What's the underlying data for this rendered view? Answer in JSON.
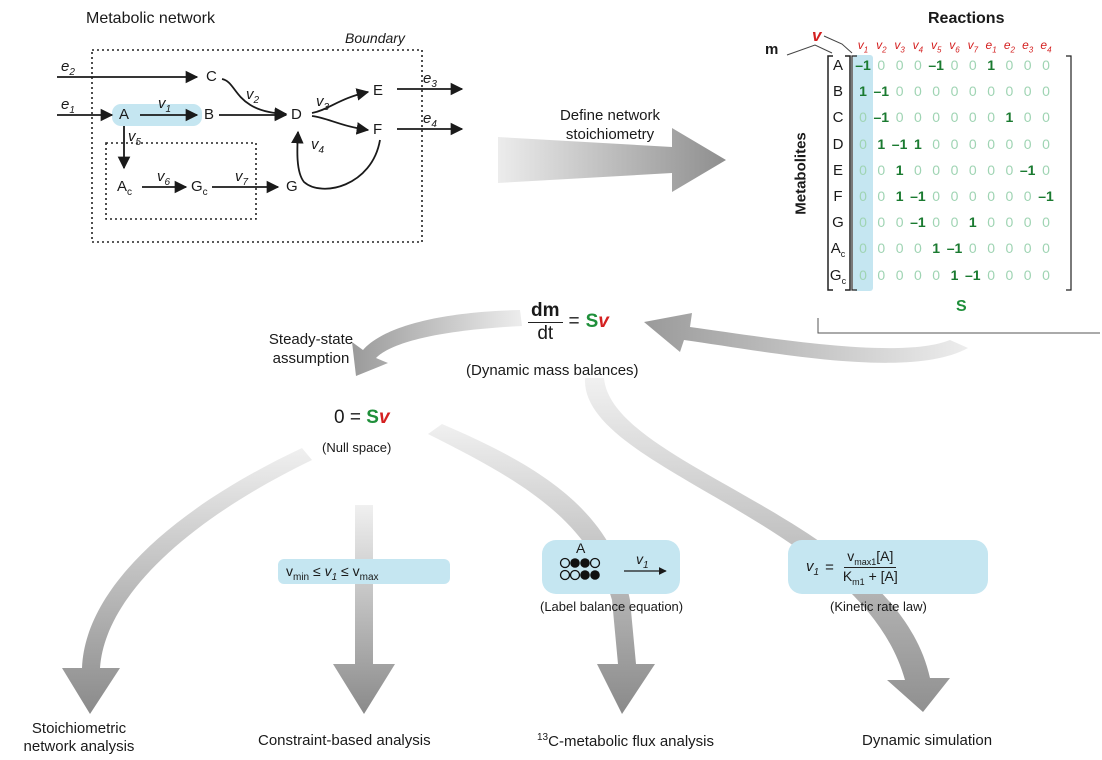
{
  "network": {
    "title": "Metabolic network",
    "boundary": "Boundary",
    "nodes": {
      "A": "A",
      "B": "B",
      "C": "C",
      "D": "D",
      "E": "E",
      "F": "F",
      "G": "G",
      "Ac": "A",
      "Ac_sub": "c",
      "Gc": "G",
      "Gc_sub": "c"
    },
    "fluxes": {
      "v1": "v",
      "v1_sub": "1",
      "v2": "v",
      "v2_sub": "2",
      "v3": "v",
      "v3_sub": "3",
      "v4": "v",
      "v4_sub": "4",
      "v5": "v",
      "v5_sub": "5",
      "v6": "v",
      "v6_sub": "6",
      "v7": "v",
      "v7_sub": "7"
    },
    "exchange": {
      "e1": "e",
      "e1_sub": "1",
      "e2": "e",
      "e2_sub": "2",
      "e3": "e",
      "e3_sub": "3",
      "e4": "e",
      "e4_sub": "4"
    }
  },
  "step_define": {
    "line1": "Define network",
    "line2": "stoichiometry"
  },
  "matrix": {
    "title": "Reactions",
    "v_label": "v",
    "m_label": "m",
    "metabolites_label": "Metabolites",
    "S_label": "S",
    "columns": [
      "v1",
      "v2",
      "v3",
      "v4",
      "v5",
      "v6",
      "v7",
      "e1",
      "e2",
      "e3",
      "e4"
    ],
    "column_display": [
      {
        "base": "v",
        "sub": "1"
      },
      {
        "base": "v",
        "sub": "2"
      },
      {
        "base": "v",
        "sub": "3"
      },
      {
        "base": "v",
        "sub": "4"
      },
      {
        "base": "v",
        "sub": "5"
      },
      {
        "base": "v",
        "sub": "6"
      },
      {
        "base": "v",
        "sub": "7"
      },
      {
        "base": "e",
        "sub": "1"
      },
      {
        "base": "e",
        "sub": "2"
      },
      {
        "base": "e",
        "sub": "3"
      },
      {
        "base": "e",
        "sub": "4"
      }
    ],
    "rows": [
      {
        "base": "A",
        "sub": "",
        "values": [
          -1,
          0,
          0,
          0,
          -1,
          0,
          0,
          1,
          0,
          0,
          0
        ]
      },
      {
        "base": "B",
        "sub": "",
        "values": [
          1,
          -1,
          0,
          0,
          0,
          0,
          0,
          0,
          0,
          0,
          0
        ]
      },
      {
        "base": "C",
        "sub": "",
        "values": [
          0,
          -1,
          0,
          0,
          0,
          0,
          0,
          0,
          1,
          0,
          0
        ]
      },
      {
        "base": "D",
        "sub": "",
        "values": [
          0,
          1,
          -1,
          1,
          0,
          0,
          0,
          0,
          0,
          0,
          0
        ]
      },
      {
        "base": "E",
        "sub": "",
        "values": [
          0,
          0,
          1,
          0,
          0,
          0,
          0,
          0,
          0,
          -1,
          0
        ]
      },
      {
        "base": "F",
        "sub": "",
        "values": [
          0,
          0,
          1,
          -1,
          0,
          0,
          0,
          0,
          0,
          0,
          -1
        ]
      },
      {
        "base": "G",
        "sub": "",
        "values": [
          0,
          0,
          0,
          -1,
          0,
          0,
          1,
          0,
          0,
          0,
          0
        ]
      },
      {
        "base": "A",
        "sub": "c",
        "values": [
          0,
          0,
          0,
          0,
          1,
          -1,
          0,
          0,
          0,
          0,
          0
        ]
      },
      {
        "base": "G",
        "sub": "c",
        "values": [
          0,
          0,
          0,
          0,
          0,
          1,
          -1,
          0,
          0,
          0,
          0
        ]
      }
    ],
    "colors": {
      "nonzero": "#1a7a30",
      "zero": "#9fd4b3",
      "header": "#d42020",
      "highlight": "#c5e6f1"
    }
  },
  "dynamic": {
    "num": "dm",
    "den": "dt",
    "eq": "=",
    "S": "S",
    "v": "v",
    "caption": "(Dynamic mass balances)"
  },
  "steady": {
    "line1": "Steady-state",
    "line2": "assumption"
  },
  "nullspace": {
    "zero": "0",
    "eq": "=",
    "S": "S",
    "v": "v",
    "caption": "(Null space)"
  },
  "constraint_box": {
    "vmin": "v",
    "vmin_sub": "min",
    "le1": "≤",
    "v1": "v",
    "v1_sub": "1",
    "le2": "≤",
    "vmax": "v",
    "vmax_sub": "max"
  },
  "label_box": {
    "A": "A",
    "v1": "v",
    "v1_sub": "1",
    "caption": "(Label balance equation)"
  },
  "kinetic_box": {
    "v1": "v",
    "v1_sub": "1",
    "eq": "=",
    "num_v": "v",
    "num_sub": "max1",
    "num_rest": "[A]",
    "den_k": "K",
    "den_sub": "m1",
    "den_rest": " + [A]",
    "caption": "(Kinetic rate law)"
  },
  "outputs": {
    "stoich_line1": "Stoichiometric",
    "stoich_line2": "network analysis",
    "constraint": "Constraint-based analysis",
    "c13_sup": "13",
    "c13_rest": "C-metabolic flux analysis",
    "dynamic": "Dynamic simulation"
  },
  "colors": {
    "arrow_gray": "#8f8f8f",
    "box_blue": "#c5e6f1",
    "green": "#1f8f3a",
    "red": "#d42020"
  }
}
